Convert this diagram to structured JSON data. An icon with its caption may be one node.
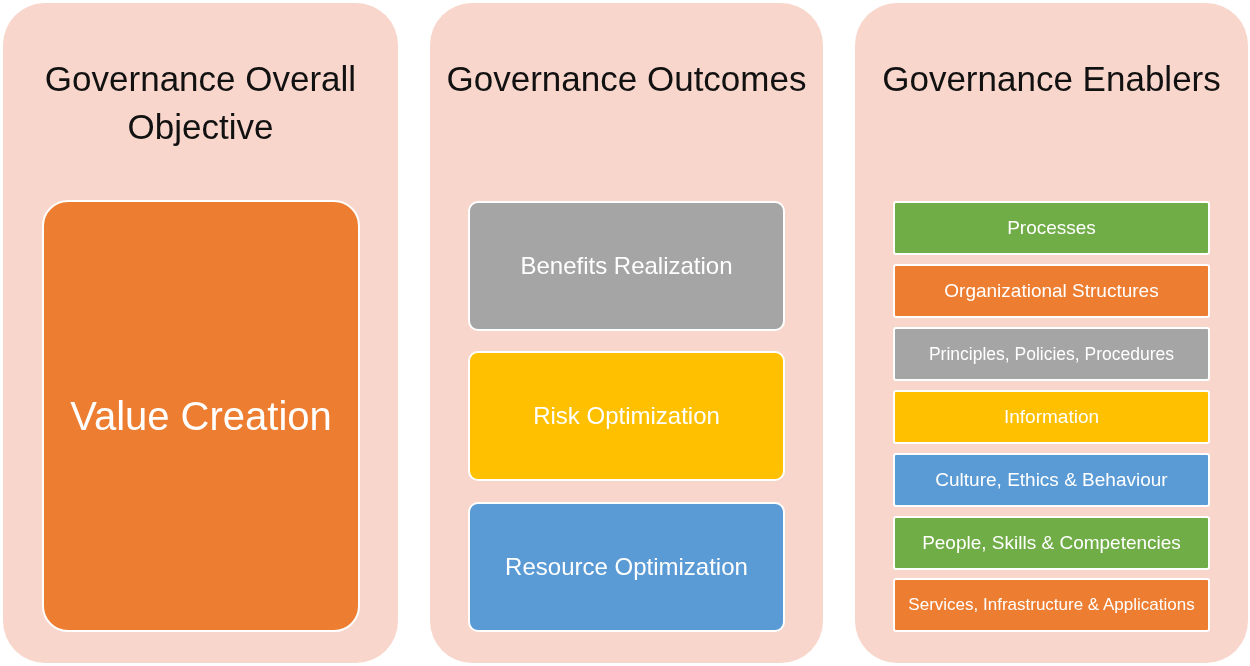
{
  "diagram": {
    "nodes": [
      {
        "text": [
          "Governance Overall Objective"
        ]
      },
      {
        "text": [
          "Value Creation"
        ],
        "in": 0
      },
      {
        "text": [
          "Governance Outcomes"
        ]
      },
      {
        "text": [
          "Benefits Realization"
        ],
        "in": 2
      },
      {
        "text": [
          "Risk Optimization"
        ],
        "in": 2
      },
      {
        "text": [
          "Resource Optimization"
        ],
        "in": 2
      },
      {
        "text": [
          "Governance Enablers"
        ]
      },
      {
        "text": [
          "Processes"
        ],
        "in": 6
      },
      {
        "text": [
          "Organizational Structures"
        ],
        "in": 6
      },
      {
        "text": [
          "Principles, Policies, Procedures"
        ],
        "in": 6
      },
      {
        "text": [
          "Information"
        ],
        "in": 6
      },
      {
        "text": [
          "Culture, Ethics & Behaviour"
        ],
        "in": 6
      },
      {
        "text": [
          "People, Skills & Competencies"
        ],
        "in": 6
      },
      {
        "text": [
          "Services, Infrastructure & Applications"
        ],
        "in": 6
      }
    ]
  }
}
